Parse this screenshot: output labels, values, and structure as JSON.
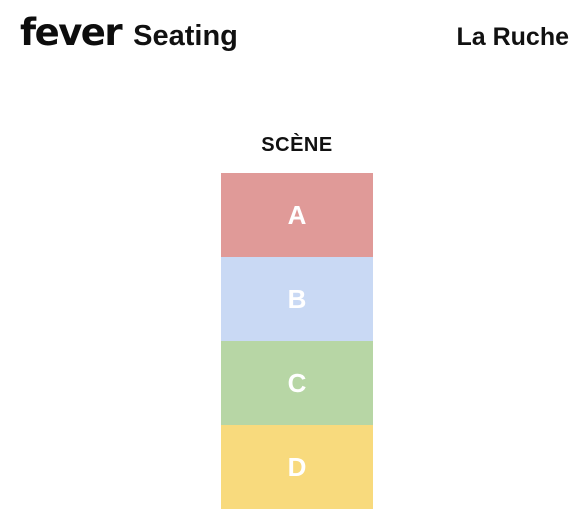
{
  "header": {
    "logo_text": "fever",
    "title": "Seating",
    "venue": "La Ruche"
  },
  "seating_map": {
    "stage_label": "SCÈNE",
    "sections": [
      {
        "label": "A",
        "color": "#e09a98"
      },
      {
        "label": "B",
        "color": "#c9d9f4"
      },
      {
        "label": "C",
        "color": "#b7d6a5"
      },
      {
        "label": "D",
        "color": "#f8da7d"
      }
    ]
  }
}
